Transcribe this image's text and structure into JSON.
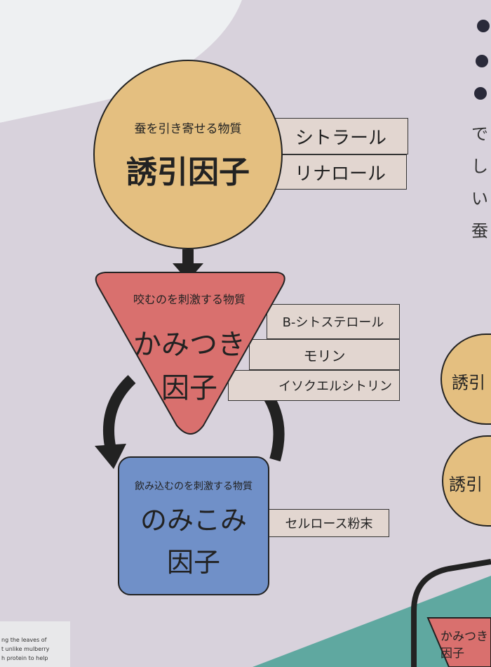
{
  "attractant": {
    "subtitle": "蚕を引き寄せる物質",
    "title": "誘引因子",
    "compounds": [
      "シトラール",
      "リナロール"
    ]
  },
  "biting": {
    "subtitle": "咬むのを刺激する物質",
    "title_line1": "かみつき",
    "title_line2": "因子",
    "compounds": [
      "B-シトステロール",
      "モリン",
      "イソクエルシトリン"
    ]
  },
  "swallowing": {
    "subtitle": "飲み込むのを刺激する物質",
    "title_line1": "のみこみ",
    "title_line2": "因子",
    "compounds": [
      "セルロース粉末"
    ]
  },
  "right_text": [
    "で",
    "し",
    "い",
    "蚕"
  ],
  "right_circles": [
    "誘引",
    "誘引"
  ],
  "bottom_right_label": [
    "かみつき",
    "因子"
  ],
  "footnote": [
    "ng the leaves of",
    "t unlike mulberry",
    "h protein to help"
  ],
  "colors": {
    "attractant": "#e4bf80",
    "biting": "#d9706e",
    "swallowing": "#7090c8",
    "teal": "#5fa8a0"
  }
}
